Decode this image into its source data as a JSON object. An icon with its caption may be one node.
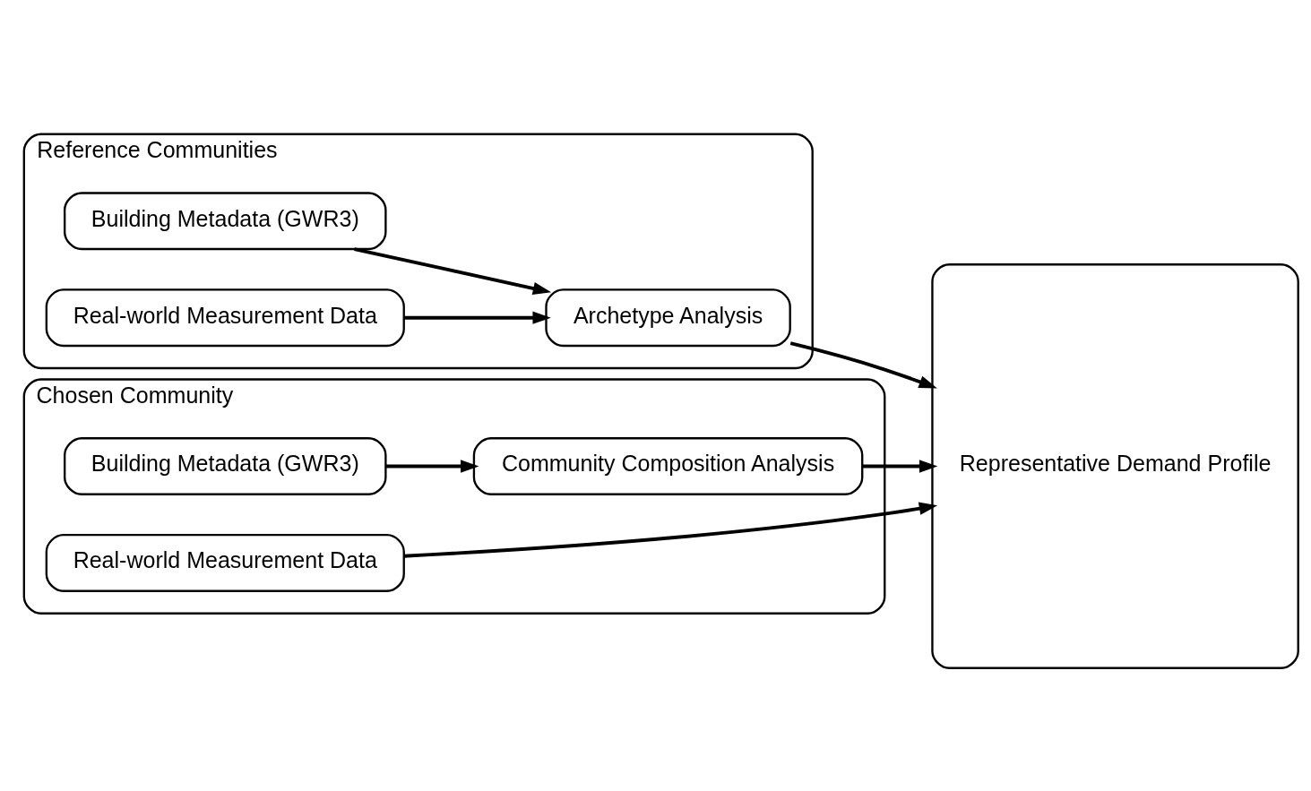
{
  "diagram": {
    "nodes": [
      {
        "text": [
          "Reference Communities"
        ]
      },
      {
        "text": [
          "Building Metadata (GWR3)"
        ],
        "in": 0
      },
      {
        "text": [
          "Real-world Measurement Data"
        ],
        "in": 0
      },
      {
        "text": [
          "Archetype Analysis"
        ],
        "in": 0
      },
      {
        "text": [
          "Chosen Community"
        ]
      },
      {
        "text": [
          "Community Composition Analysis"
        ],
        "in": 4
      },
      {
        "text": [
          "Building Metadata (GWR3)"
        ],
        "in": 4
      },
      {
        "text": [
          "Real-world Measurement Data"
        ],
        "in": 4
      },
      {
        "text": [
          "Representative Demand Profile"
        ]
      }
    ],
    "edges": [
      {
        "from": 1,
        "to": 3,
        "arrow": "to"
      },
      {
        "from": 2,
        "to": 3,
        "arrow": "to"
      },
      {
        "from": 3,
        "to": 8,
        "arrow": "to"
      },
      {
        "from": 5,
        "to": 8,
        "arrow": "to"
      },
      {
        "from": 6,
        "to": 5,
        "arrow": "to"
      },
      {
        "from": 7,
        "to": 8,
        "arrow": "to"
      }
    ]
  }
}
